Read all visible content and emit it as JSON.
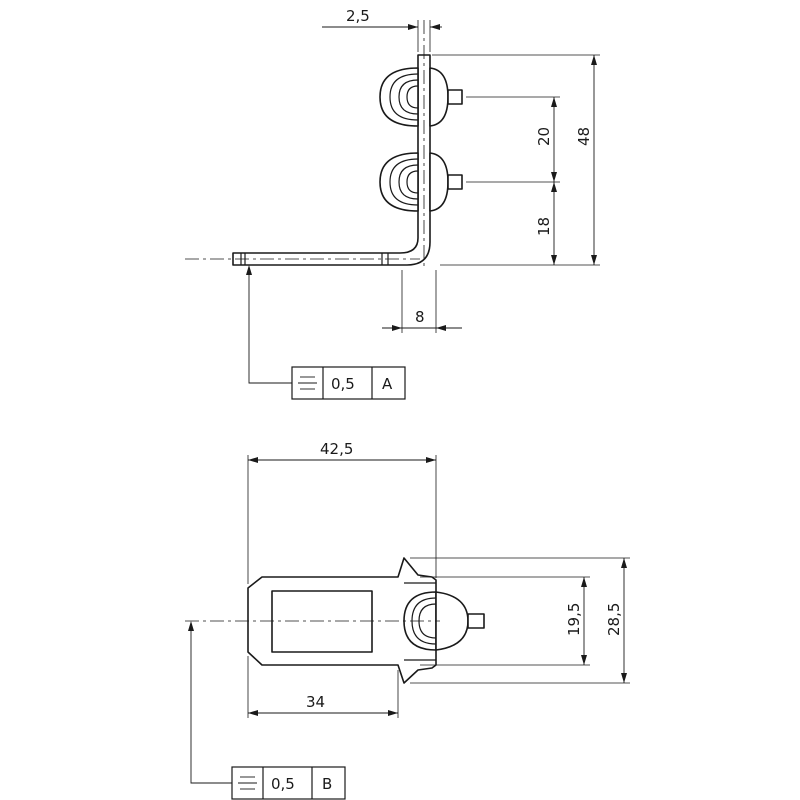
{
  "top_view": {
    "dimensions": {
      "thickness": "2,5",
      "spacing": "20",
      "total_height": "48",
      "lower_height": "18",
      "bend_offset": "8"
    },
    "tolerance_frame": {
      "symbol": "symmetry-icon",
      "value": "0,5",
      "datum": "A"
    }
  },
  "bottom_view": {
    "dimensions": {
      "overall_length": "42,5",
      "base_length": "34",
      "inner_width": "19,5",
      "outer_width": "28,5"
    },
    "tolerance_frame": {
      "symbol": "symmetry-icon",
      "value": "0,5",
      "datum": "B"
    }
  }
}
